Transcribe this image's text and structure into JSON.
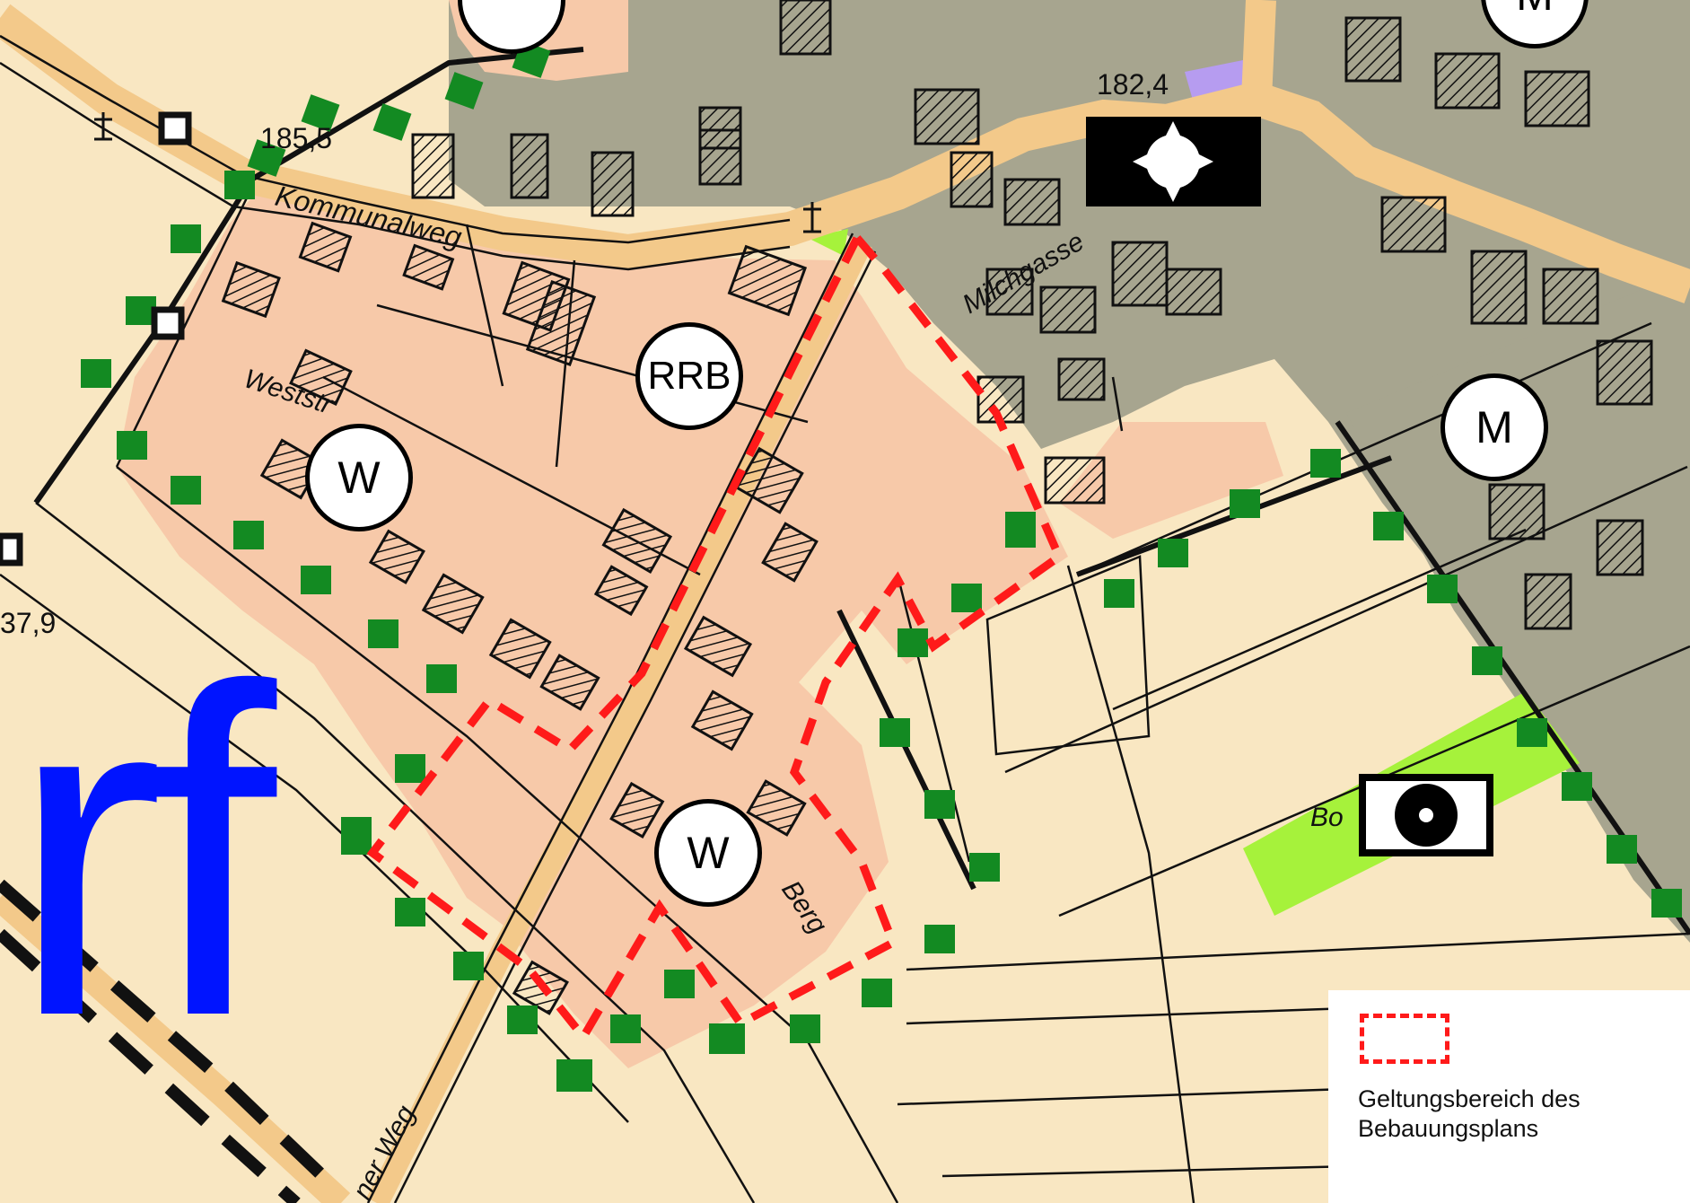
{
  "colors": {
    "background": "#f9e7c2",
    "residential": "#f7c9a9",
    "mixed": "#a7a58f",
    "green": "#a6f23b",
    "tree": "#138a22",
    "boundary": "#ff1a1a",
    "road": "#f3c98a",
    "overlay_letters": "#0014ff"
  },
  "zone_labels": {
    "w1": "W",
    "w2": "W",
    "m1": "M",
    "m2": "M",
    "rrb": "RRB"
  },
  "street_names": {
    "kommunalweg": "Kommunalweg",
    "weststr": "Weststr",
    "milchgasse": "Milchgasse",
    "berg": "Berg",
    "weg": "ner Weg",
    "bo": "Bo"
  },
  "elevations": {
    "e1": "185,5",
    "e2": "182,4",
    "e3": "37,9"
  },
  "overlay_text": "rf",
  "legend": {
    "label": "Geltungsbereich des\nBebauungsplans"
  },
  "icons": {
    "roundabout": "roundabout-symbol-icon",
    "pump": "pumping-station-icon",
    "cross": "wayside-cross-icon"
  }
}
